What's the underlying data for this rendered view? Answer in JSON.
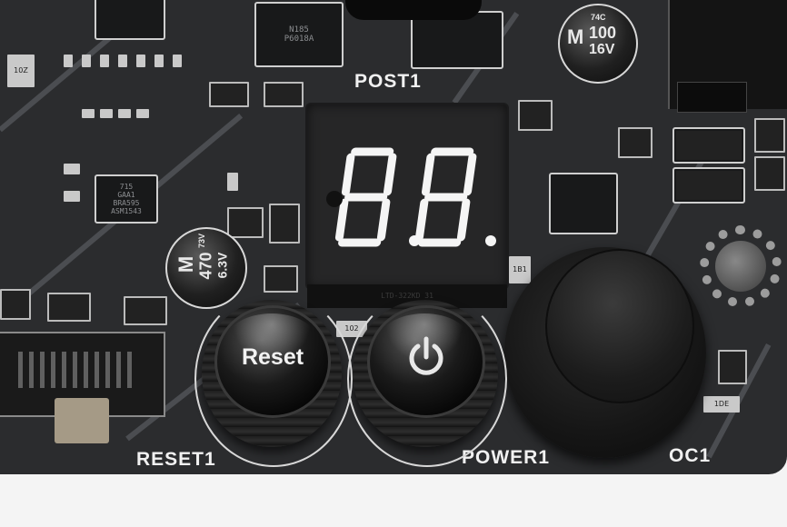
{
  "labels": {
    "post": "POST1",
    "reset_header": "RESET1",
    "power": "POWER1",
    "oc": "OC1"
  },
  "buttons": {
    "reset_text": "Reset"
  },
  "capacitors": {
    "top_right": {
      "brand": "M",
      "code": "74C",
      "value": "100",
      "voltage": "16V"
    },
    "left": {
      "brand": "M",
      "code": "73V",
      "value": "470",
      "voltage": "6.3V"
    }
  },
  "chips": {
    "chip_mid_left_line1": "ASM1543",
    "chip_mid_left_line2": "BRA595",
    "chip_mid_left_line3": "GAA1",
    "chip_mid_left_line4": "715",
    "chip_top_center_line1": "N185",
    "chip_top_center_line2": "P6018A",
    "small_b1": "1B1",
    "small_b2": "1DE",
    "small_r": "102",
    "small_l": "10Z"
  },
  "display": {
    "digits": "8.8.",
    "bottom_code": "LTD-322KD  31"
  },
  "colors": {
    "pcb": "#2b2c2e",
    "silkscreen": "#f1f1f1",
    "segment": "#f5f5f5",
    "background": "#f4f4f4"
  }
}
